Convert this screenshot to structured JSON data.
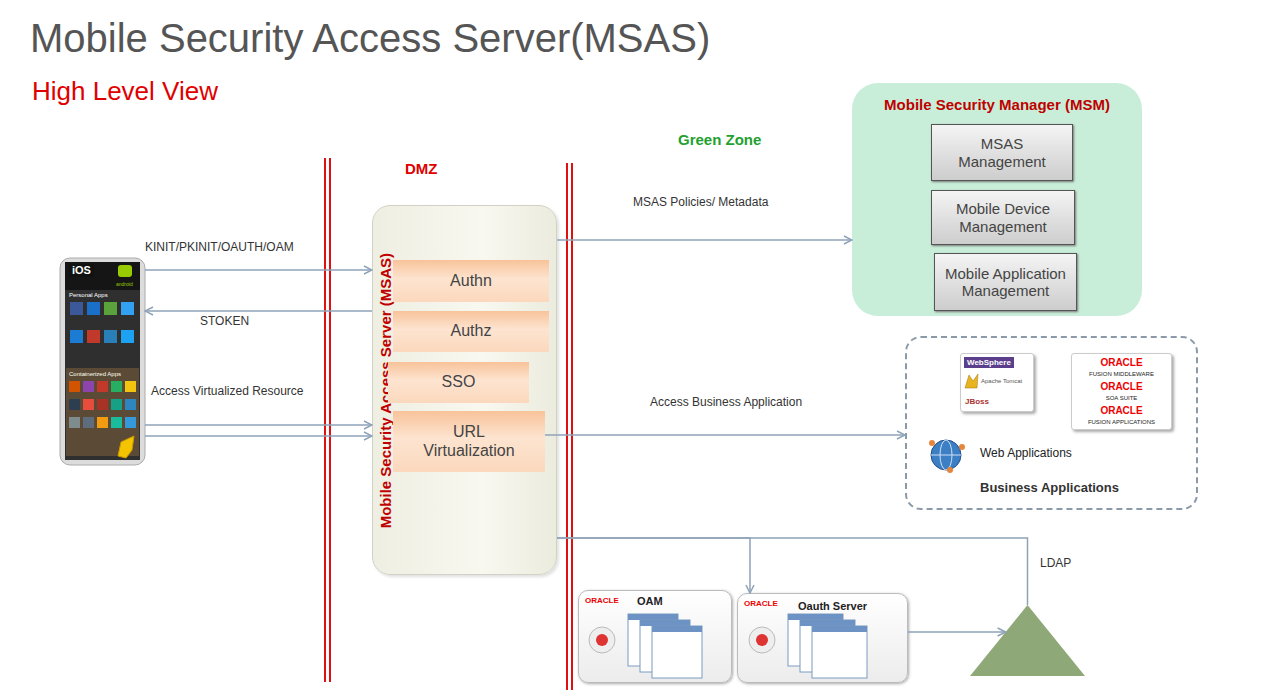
{
  "diagram": {
    "title": "Mobile Security Access Server(MSAS)",
    "nodes": [
      {
        "text": [
          "iOS",
          "android",
          "Personal Apps",
          "Containerized Apps"
        ]
      },
      {
        "text": [
          "Mobile Security Access Server (MSAS)"
        ]
      },
      {
        "text": [
          "Authn"
        ],
        "in": 1
      },
      {
        "text": [
          "Authz"
        ],
        "in": 1
      },
      {
        "text": [
          "SSO"
        ],
        "in": 1
      },
      {
        "text": [
          "URL Virtualization"
        ],
        "in": 1
      },
      {
        "text": [
          "Mobile Security Manager (MSM)"
        ]
      },
      {
        "text": [
          "MSAS Management"
        ],
        "in": 6
      },
      {
        "text": [
          "Mobile Device Management"
        ],
        "in": 6
      },
      {
        "text": [
          "Mobile Application Management"
        ],
        "in": 6
      },
      {
        "text": [
          "Web Applications",
          "Business Applications"
        ]
      },
      {
        "text": [
          "WebSphere",
          "Apache Tomcat",
          "JBoss"
        ],
        "in": 10
      },
      {
        "text": [
          "ORACLE",
          "FUSION MIDDLEWARE",
          "ORACLE",
          "SOA SUITE",
          "ORACLE",
          "FUSION APPLICATIONS"
        ],
        "in": 10
      },
      {
        "text": [
          "ORACLE",
          "OAM"
        ]
      },
      {
        "text": [
          "ORACLE",
          "Oauth Server"
        ]
      },
      {
        "text": [
          "LDAP"
        ]
      }
    ],
    "edges": [
      {
        "from": 0,
        "to": 1,
        "label": "KINIT/PKINIT/OAUTH/OAM",
        "arrow": "to"
      },
      {
        "from": 1,
        "to": 0,
        "label": "STOKEN",
        "arrow": "to"
      },
      {
        "from": 0,
        "to": 1,
        "label": "Access Virtualized Resource",
        "arrow": "to"
      },
      {
        "from": 0,
        "to": 1,
        "arrow": "to"
      },
      {
        "from": 1,
        "to": 6,
        "label": "MSAS Policies/ Metadata",
        "arrow": "to"
      },
      {
        "from": 5,
        "to": 10,
        "label": "Access Business Application",
        "arrow": "to"
      },
      {
        "from": 1,
        "to": 14,
        "arrow": "to"
      },
      {
        "from": 1,
        "to": 15,
        "arrow": "none"
      },
      {
        "from": 14,
        "to": 15,
        "arrow": "to"
      }
    ],
    "labels": [
      "High Level View",
      "DMZ",
      "Green Zone"
    ]
  }
}
